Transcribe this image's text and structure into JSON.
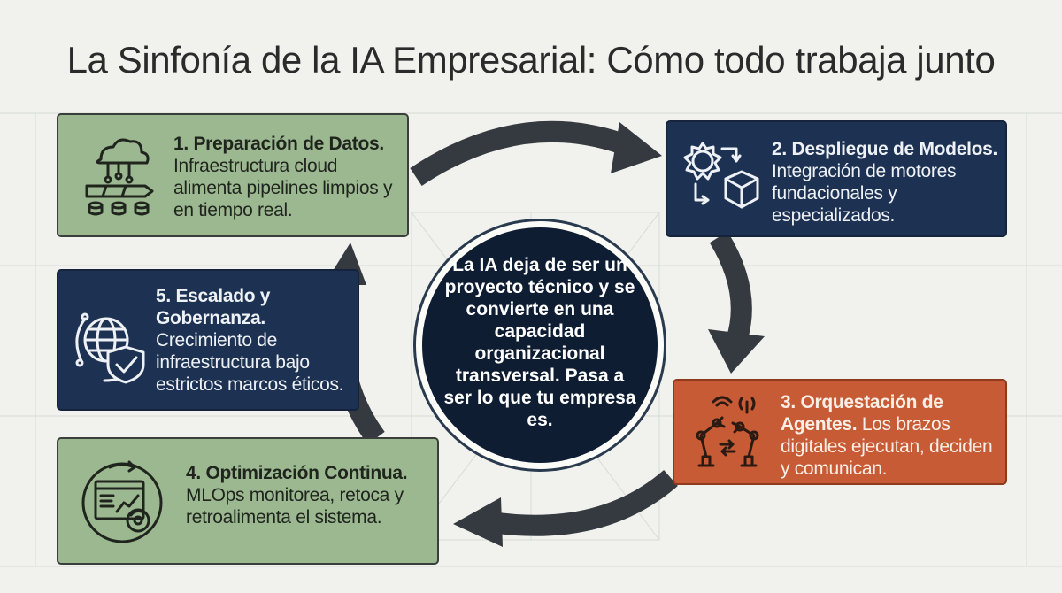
{
  "title": "La Sinfonía de la IA Empresarial: Cómo todo trabaja junto",
  "center": {
    "text": "La IA deja de ser un proyecto técnico y se convierte en una capacidad organizacional transversal. Pasa a ser lo que tu empresa es."
  },
  "steps": [
    {
      "title": "1. Preparación de Datos.",
      "body": "Infraestructura cloud alimenta pipelines limpios y en tiempo real.",
      "icon": "cloud-data-pipeline-icon"
    },
    {
      "title": "2. Despliegue de Modelos.",
      "body": "Integración de motores fundacionales y especializados.",
      "icon": "gear-cube-icon"
    },
    {
      "title": "3. Orquestación de Agentes.",
      "body": "Los brazos digitales ejecutan, deciden y comunican.",
      "icon": "robot-arms-icon"
    },
    {
      "title": "4. Optimización Continua.",
      "body": "MLOps monitorea, retoca y retroalimenta el sistema.",
      "icon": "monitor-chart-icon"
    },
    {
      "title": "5. Escalado y Gobernanza.",
      "body": "Crecimiento de infraestructura bajo estrictos marcos éticos.",
      "icon": "globe-shield-icon"
    }
  ],
  "colors": {
    "background": "#f1f2ee",
    "green": "#9cb891",
    "navy": "#1d3252",
    "orange": "#c65b35",
    "center": "#0f1d33",
    "arrow": "#353a40"
  }
}
